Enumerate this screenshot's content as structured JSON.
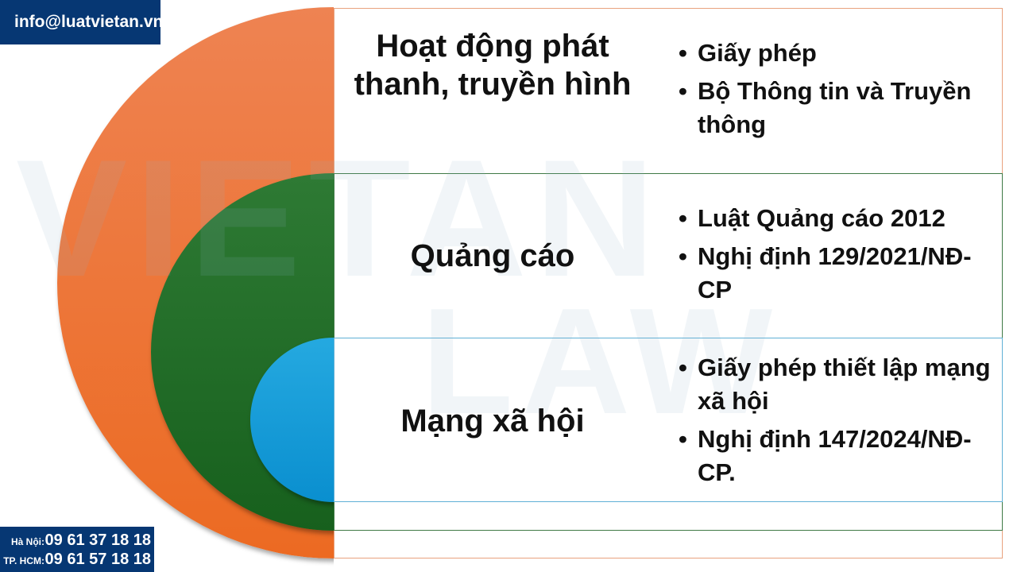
{
  "contact": {
    "email": "info@luatvietan.vn",
    "phones": [
      {
        "label": "Hà Nội:",
        "number": "09 61 37 18 18"
      },
      {
        "label": "TP. HCM:",
        "number": "09 61 57 18 18"
      }
    ]
  },
  "watermark": {
    "line1": "VIETAN",
    "line2": "LAW"
  },
  "colors": {
    "outer": "#ED7032",
    "middle": "#1E6B24",
    "inner": "#1E9FDC",
    "badge": "#063773"
  },
  "layers": [
    {
      "title": "Hoạt động phát thanh, truyền hình",
      "items": [
        "Giấy phép",
        "Bộ Thông tin và Truyền thông"
      ]
    },
    {
      "title": "Quảng cáo",
      "items": [
        "Luật Quảng cáo 2012",
        "Nghị định 129/2021/NĐ-CP"
      ]
    },
    {
      "title": "Mạng xã hội",
      "items": [
        "Giấy phép thiết lập mạng xã hội",
        "Nghị định 147/2024/NĐ-CP."
      ]
    }
  ]
}
